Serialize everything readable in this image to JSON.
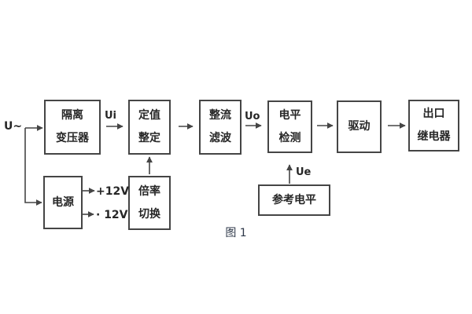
{
  "figure": {
    "caption": "图 1",
    "background_color": "#ffffff",
    "line_color": "#454545",
    "text_color": "#262626"
  },
  "blocks": [
    {
      "id": "isolation-transformer",
      "lines": [
        "隔离",
        "变压器"
      ]
    },
    {
      "id": "setting-adjust",
      "lines": [
        "定值",
        "整定"
      ]
    },
    {
      "id": "rectifier-filter",
      "lines": [
        "整流",
        "滤波"
      ]
    },
    {
      "id": "level-detect",
      "lines": [
        "电平",
        "检测"
      ]
    },
    {
      "id": "drive",
      "lines": [
        "驱动"
      ]
    },
    {
      "id": "output-relay",
      "lines": [
        "出口",
        "继电器"
      ]
    },
    {
      "id": "power-supply",
      "lines": [
        "电源"
      ]
    },
    {
      "id": "ratio-switch",
      "lines": [
        "倍率",
        "切换"
      ]
    },
    {
      "id": "reference-level",
      "lines": [
        "参考电平"
      ]
    }
  ],
  "labels": {
    "input": "U~",
    "ui": "Ui",
    "uo": "Uo",
    "plus12v": "+12V",
    "minus12v": "· 12V",
    "ue": "Ue"
  }
}
